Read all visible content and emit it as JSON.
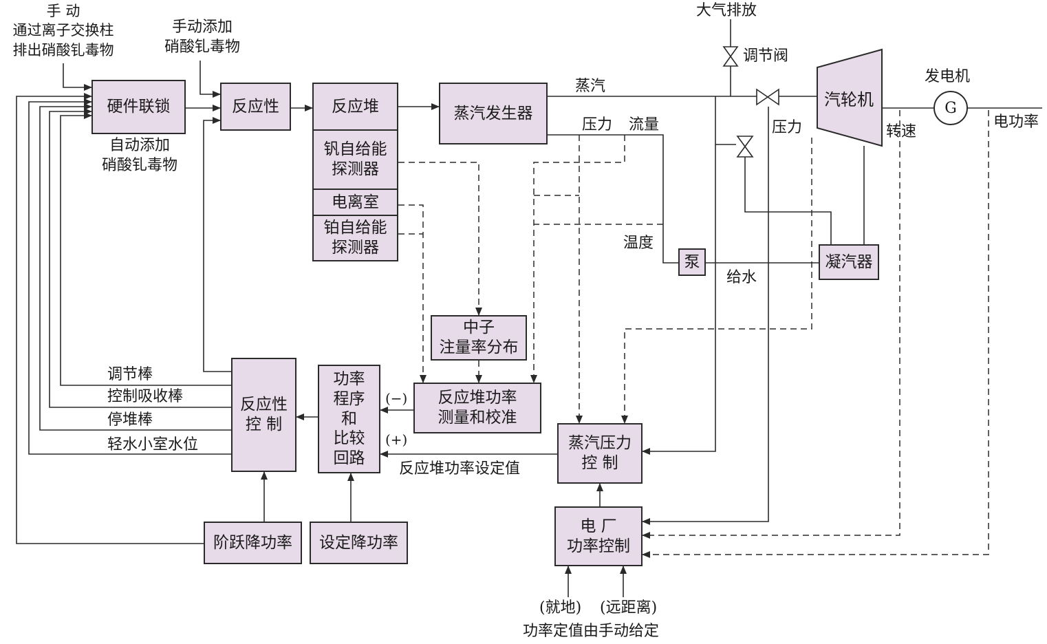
{
  "colors": {
    "box_fill": "#e8dbe9",
    "line": "#2a2a2a",
    "background": "#ffffff"
  },
  "boxes": {
    "hardware_interlock": "硬件联锁",
    "reactivity": "反应性",
    "reactor": "反应堆",
    "vanadium_detector": "钒自给能\n探测器",
    "ion_chamber": "电离室",
    "platinum_detector": "铂自给能\n探测器",
    "steam_generator": "蒸汽发生器",
    "turbine": "汽轮机",
    "generator_symbol": "G",
    "pump": "泵",
    "condenser": "凝汽器",
    "neutron_flux": "中子\n注量率分布",
    "power_measure": "反应堆功率\n测量和校准",
    "power_compare": "功率\n程序\n和\n比较\n回路",
    "reactivity_control": "反应性\n控 制",
    "steam_pressure_control": "蒸汽压力\n控 制",
    "plant_power_control": "电 厂\n功率控制",
    "step_reduction": "阶跃降功率",
    "set_reduction": "设定降功率"
  },
  "labels": {
    "manual_ion_exchange": "手 动\n通过离子交换柱\n排出硝酸钆毒物",
    "manual_add": "手动添加\n硝酸钆毒物",
    "auto_add": "自动添加\n硝酸钆毒物",
    "atmosphere_vent": "大气排放",
    "control_valve": "调节阀",
    "steam": "蒸汽",
    "pressure_1": "压力",
    "flow": "流量",
    "pressure_2": "压力",
    "generator": "发电机",
    "speed": "转速",
    "electric_power": "电功率",
    "temperature": "温度",
    "feedwater": "给水",
    "adjust_rod": "调节棒",
    "control_absorber_rod": "控制吸收棒",
    "shutdown_rod": "停堆棒",
    "light_water_level": "轻水小室水位",
    "minus": "(−)",
    "plus": "(+)",
    "power_setpoint": "反应堆功率设定值",
    "local": "(就地)",
    "remote": "(远距离)",
    "manual_setpoint": "功率定值由手动给定"
  }
}
